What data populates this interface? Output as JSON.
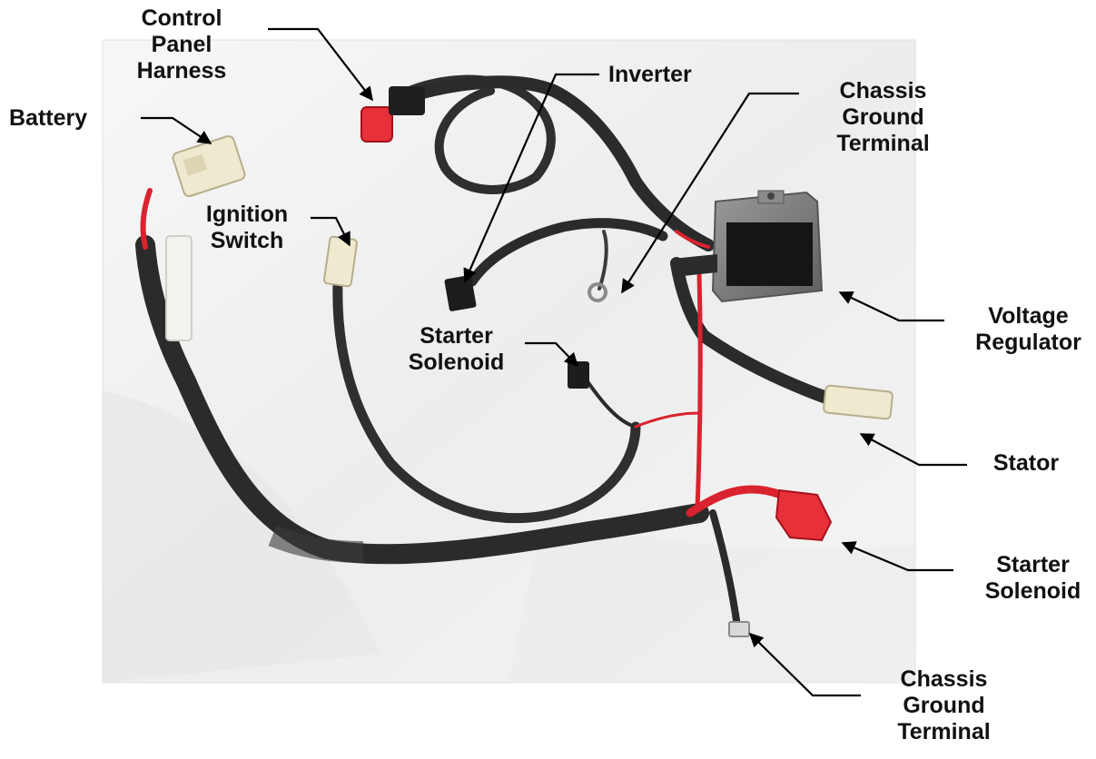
{
  "labels": {
    "control_panel_harness": [
      "Control",
      "Panel",
      "Harness"
    ],
    "battery": [
      "Battery"
    ],
    "ignition_switch": [
      "Ignition",
      "Switch"
    ],
    "inverter": [
      "Inverter"
    ],
    "chassis_ground_top": [
      "Chassis",
      "Ground",
      "Terminal"
    ],
    "starter_solenoid_mid": [
      "Starter",
      "Solenoid"
    ],
    "voltage_regulator": [
      "Voltage",
      "Regulator"
    ],
    "stator": [
      "Stator"
    ],
    "starter_solenoid_right": [
      "Starter",
      "Solenoid"
    ],
    "chassis_ground_bottom": [
      "Chassis",
      "Ground",
      "Terminal"
    ]
  },
  "colors": {
    "wire_black": "#2b2b2b",
    "wire_red": "#d9232e",
    "connector_red": "#e8303a",
    "connector_white": "#efe9cf",
    "regulator_body": "#7d7d7d",
    "background_photo": "#f3f3f3"
  }
}
